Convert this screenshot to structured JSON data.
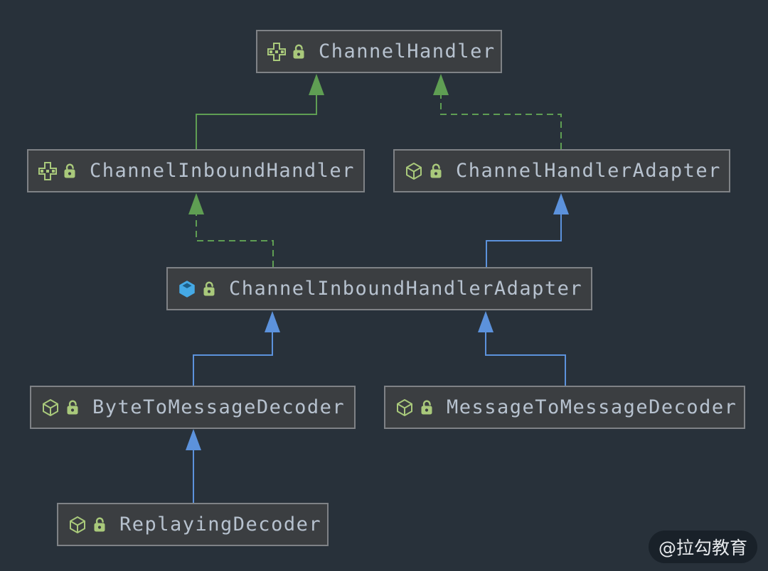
{
  "diagram": {
    "type": "uml-class-hierarchy",
    "nodes": [
      {
        "id": "ChannelHandler",
        "label": "ChannelHandler",
        "kind": "interface",
        "icon": "interface-icon",
        "lock_icon": "unlocked-lock-icon"
      },
      {
        "id": "ChannelInboundHandler",
        "label": "ChannelInboundHandler",
        "kind": "interface",
        "icon": "interface-icon",
        "lock_icon": "unlocked-lock-icon"
      },
      {
        "id": "ChannelHandlerAdapter",
        "label": "ChannelHandlerAdapter",
        "kind": "class",
        "icon": "class-cube-icon",
        "lock_icon": "unlocked-lock-icon"
      },
      {
        "id": "ChannelInboundHandlerAdapter",
        "label": "ChannelInboundHandlerAdapter",
        "kind": "class-highlighted",
        "icon": "class-cube-filled-icon",
        "lock_icon": "unlocked-lock-icon"
      },
      {
        "id": "ByteToMessageDecoder",
        "label": "ByteToMessageDecoder",
        "kind": "class",
        "icon": "class-cube-icon",
        "lock_icon": "unlocked-lock-icon"
      },
      {
        "id": "MessageToMessageDecoder",
        "label": "MessageToMessageDecoder",
        "kind": "class",
        "icon": "class-cube-icon",
        "lock_icon": "unlocked-lock-icon"
      },
      {
        "id": "ReplayingDecoder",
        "label": "ReplayingDecoder",
        "kind": "class",
        "icon": "class-cube-icon",
        "lock_icon": "unlocked-lock-icon"
      }
    ],
    "edges": [
      {
        "from": "ChannelInboundHandler",
        "to": "ChannelHandler",
        "relation": "extends",
        "style": "solid",
        "color": "#5F9E53"
      },
      {
        "from": "ChannelHandlerAdapter",
        "to": "ChannelHandler",
        "relation": "implements",
        "style": "dashed",
        "color": "#5F9E53"
      },
      {
        "from": "ChannelInboundHandlerAdapter",
        "to": "ChannelInboundHandler",
        "relation": "implements",
        "style": "dashed",
        "color": "#5F9E53"
      },
      {
        "from": "ChannelInboundHandlerAdapter",
        "to": "ChannelHandlerAdapter",
        "relation": "extends",
        "style": "solid",
        "color": "#5C92DC"
      },
      {
        "from": "ByteToMessageDecoder",
        "to": "ChannelInboundHandlerAdapter",
        "relation": "extends",
        "style": "solid",
        "color": "#5C92DC"
      },
      {
        "from": "MessageToMessageDecoder",
        "to": "ChannelInboundHandlerAdapter",
        "relation": "extends",
        "style": "solid",
        "color": "#5C92DC"
      },
      {
        "from": "ReplayingDecoder",
        "to": "ByteToMessageDecoder",
        "relation": "extends",
        "style": "solid",
        "color": "#5C92DC"
      }
    ],
    "colors": {
      "background": "#28313A",
      "node_fill": "#3B3E41",
      "node_border": "#7F8286",
      "node_text": "#B7C2CF",
      "extends_interface_edge": "#5F9E53",
      "extends_class_edge": "#5C92DC",
      "interface_icon": "#A9C97B",
      "class_icon": "#A9C97B",
      "highlighted_class_icon": "#45A9E5",
      "lock_icon": "#A9C97B"
    }
  },
  "watermark": {
    "text": "@拉勾教育"
  }
}
